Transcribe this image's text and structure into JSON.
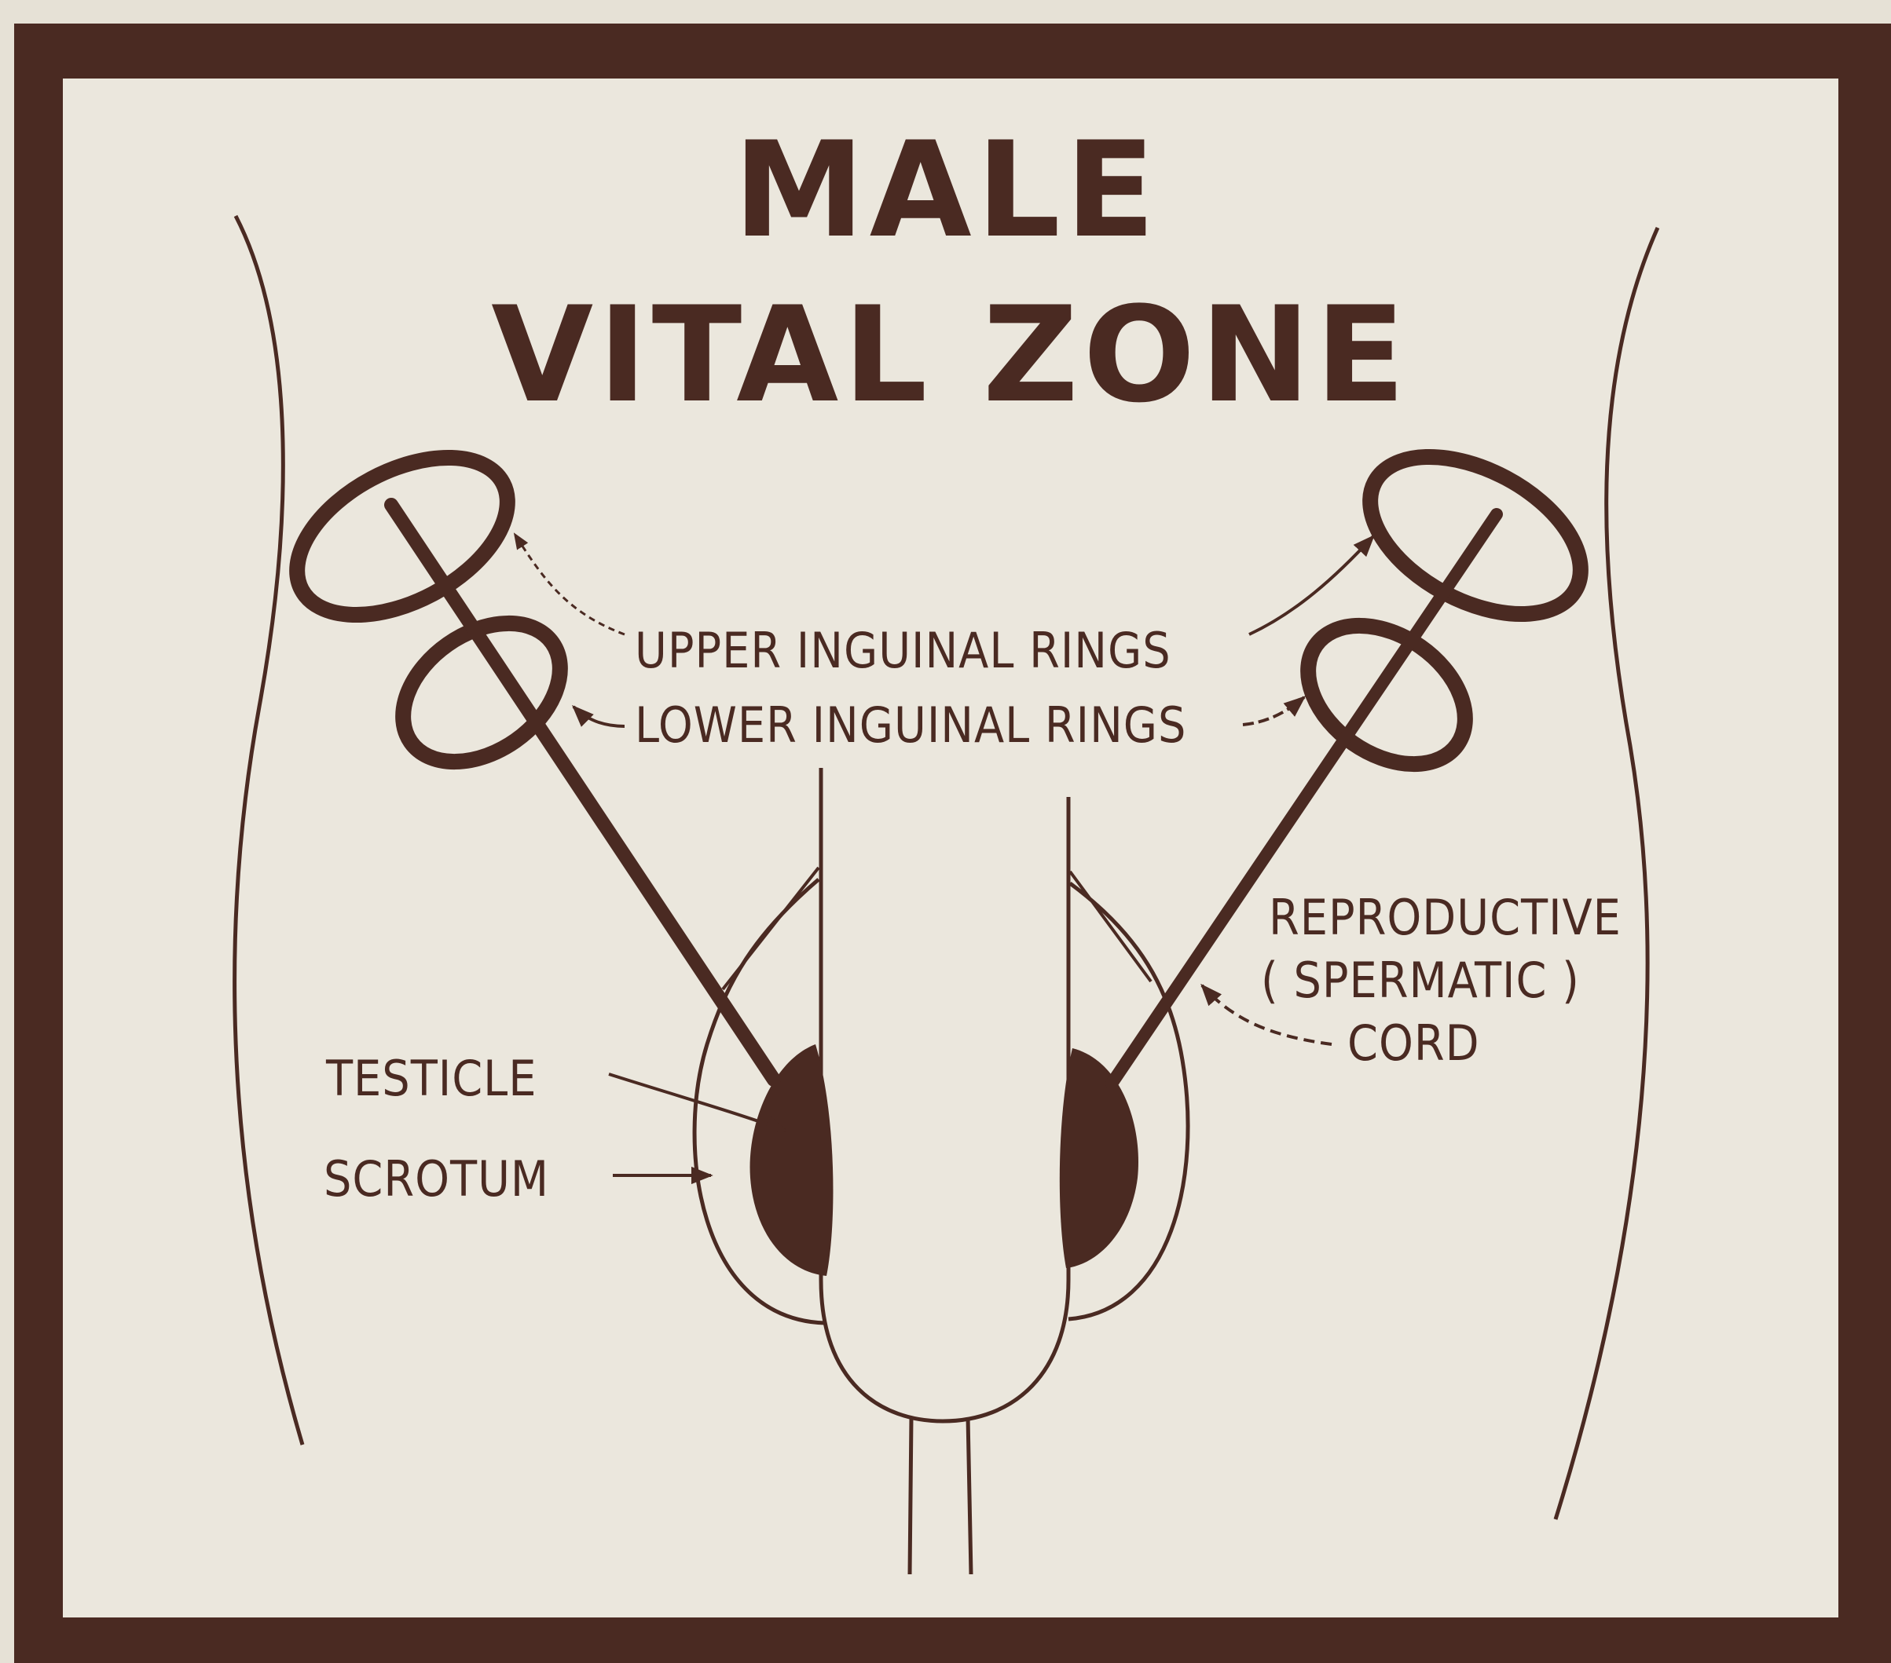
{
  "title": {
    "line1": "MALE",
    "line2": "VITAL ZONE"
  },
  "labels": {
    "upper_rings": "UPPER INGUINAL RINGS",
    "lower_rings": "LOWER INGUINAL RINGS",
    "cord_line1": "REPRODUCTIVE",
    "cord_line2": "( SPERMATIC )",
    "cord_line3": "CORD",
    "testicle": "TESTICLE",
    "scrotum": "SCROTUM"
  },
  "colors": {
    "ink": "#4a2a22",
    "paper": "#ebe7dd",
    "frame": "#4a2a22"
  }
}
